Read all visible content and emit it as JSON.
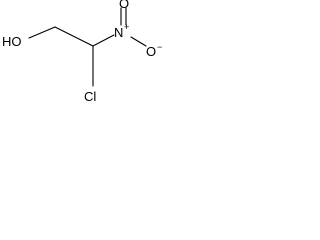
{
  "molecule": {
    "atoms": {
      "hydroxyl": "HO",
      "chlorine": "Cl",
      "nitrogen": "N",
      "oxygen_double": "O",
      "oxygen_single": "O"
    },
    "charges": {
      "nitrogen": "+",
      "oxygen_single": "−"
    },
    "bond_color": "#000000",
    "label_color": "#000000"
  }
}
